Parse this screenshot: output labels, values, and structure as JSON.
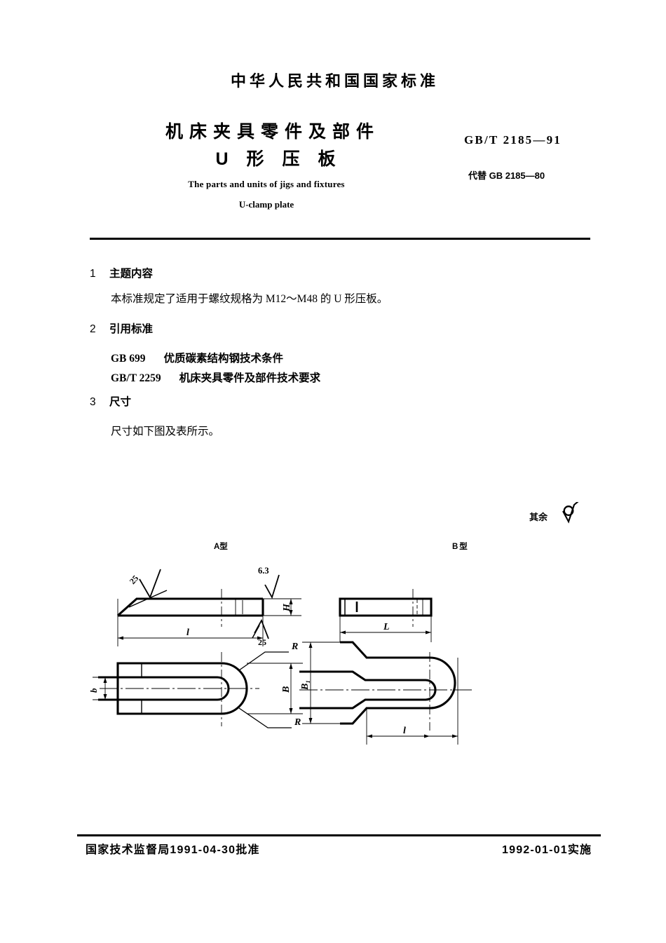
{
  "header": {
    "national_line": "中华人民共和国国家标准",
    "title_line1": "机床夹具零件及部件",
    "title_line2": "U形压板",
    "english_line1": "The parts and units of jigs and fixtures",
    "english_line2": "U-clamp plate",
    "standard_number": "GB/T 2185—91",
    "replaces": "代替 GB 2185—80"
  },
  "sections": [
    {
      "number": "1",
      "heading": "主题内容",
      "body": "本标准规定了适用于螺纹规格为 M12～M48 的 U 形压板。"
    },
    {
      "number": "2",
      "heading": "引用标准",
      "references": [
        {
          "code": "GB 699",
          "title": "优质碳素结构钢技术条件"
        },
        {
          "code": "GB/T 2259",
          "title": "机床夹具零件及部件技术要求"
        }
      ]
    },
    {
      "number": "3",
      "heading": "尺寸",
      "body": "尺寸如下图及表所示。"
    }
  ],
  "drawing": {
    "general_note_label": "其余",
    "type_a_title": "A型",
    "type_b_title": "B型",
    "type_a_labels": {
      "roughness_chamfer": "25",
      "roughness_top": "6.3",
      "roughness_side": "25",
      "height": "H",
      "length": "l",
      "slot_width": "b",
      "fork_width": "B",
      "radius_top": "R",
      "radius_bottom": "R"
    },
    "type_b_labels": {
      "overall_length": "L",
      "fork_width": "B₁",
      "length": "l"
    }
  },
  "footer": {
    "left": "国家技术监督局1991-04-30批准",
    "right": "1992-01-01实施"
  }
}
